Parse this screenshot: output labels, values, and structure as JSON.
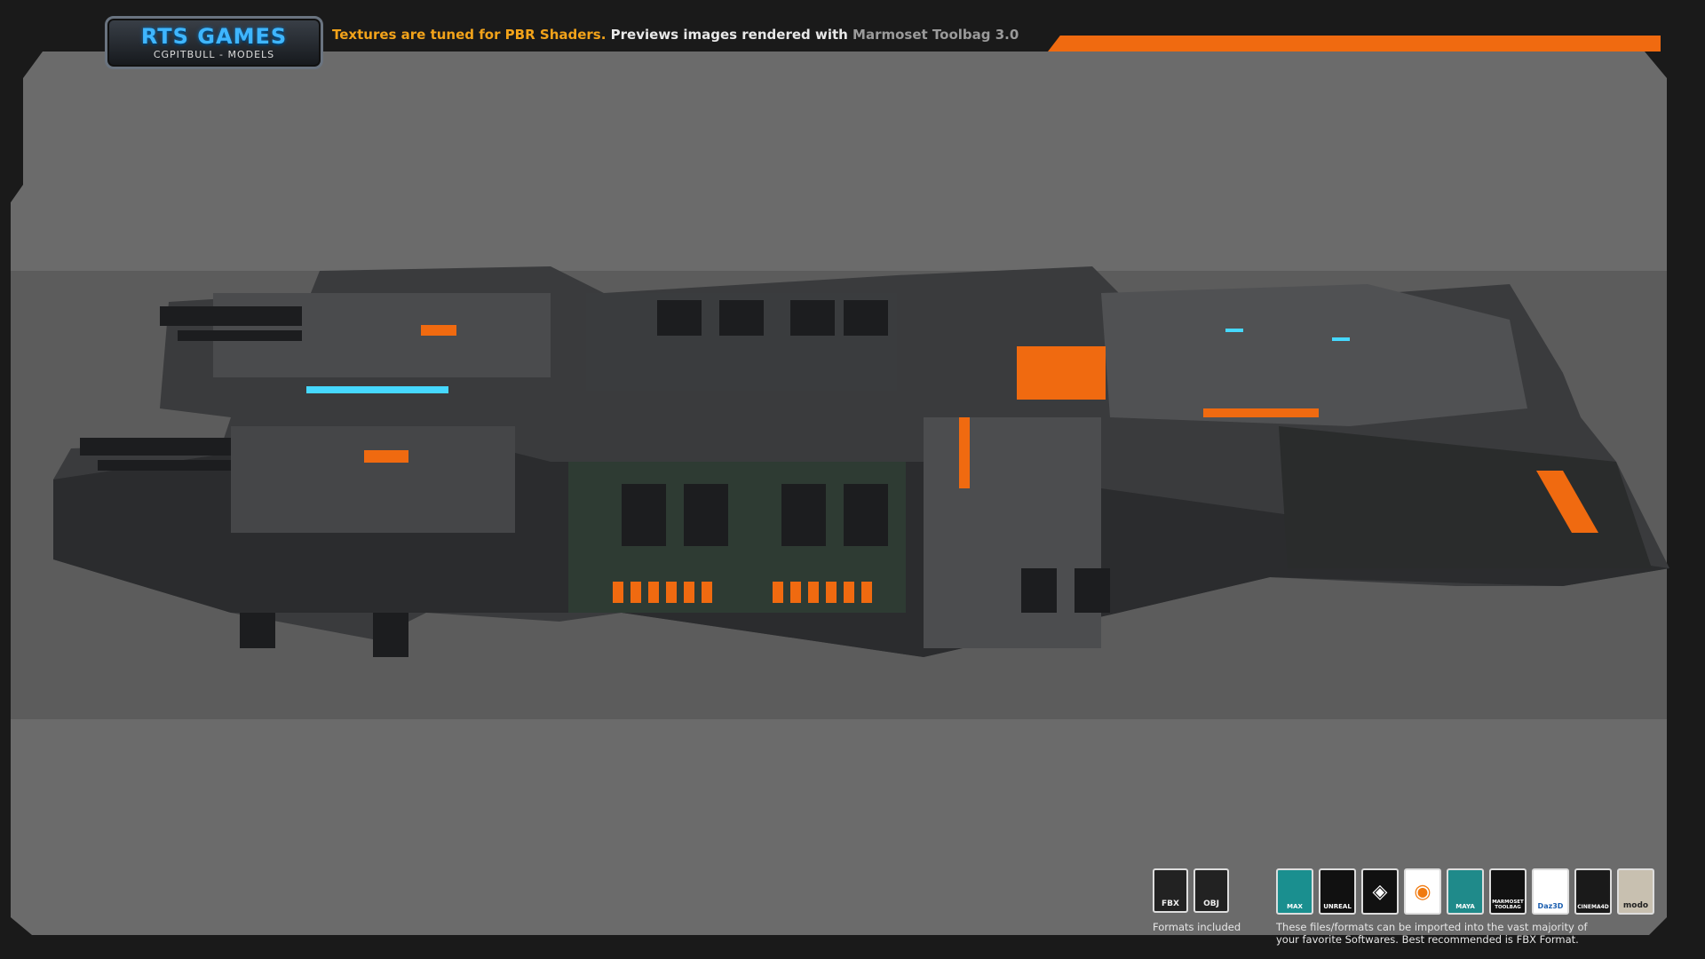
{
  "logo": {
    "title": "RTS GAMES",
    "subtitle": "CGPITBULL - MODELS"
  },
  "header": {
    "part1": "Textures are tuned for PBR Shaders.",
    "part2": " Previews images rendered with ",
    "part3": "Marmoset Toolbag 3.0"
  },
  "formats": {
    "items": [
      {
        "label": "FBX",
        "icon": "fbx-file-icon"
      },
      {
        "label": "OBJ",
        "icon": "obj-file-icon"
      }
    ],
    "caption": "Formats included"
  },
  "software": {
    "items": [
      {
        "label": "MAX",
        "icon": "3ds-max-icon",
        "color": "#1a8f8f"
      },
      {
        "label": "UNREAL",
        "icon": "unreal-engine-icon",
        "color": "#111111"
      },
      {
        "label": "",
        "icon": "unity-icon",
        "color": "#111111"
      },
      {
        "label": "",
        "icon": "blender-icon",
        "color": "#ffffff"
      },
      {
        "label": "MAYA",
        "icon": "maya-icon",
        "color": "#1f8a8a"
      },
      {
        "label": "MARMOSET TOOLBAG",
        "icon": "marmoset-icon",
        "color": "#111111"
      },
      {
        "label": "Daz3D",
        "icon": "daz3d-icon",
        "color": "#ffffff"
      },
      {
        "label": "CINEMA4D",
        "icon": "cinema4d-icon",
        "color": "#1a1a1a"
      },
      {
        "label": "modo",
        "icon": "modo-icon",
        "color": "#c8c0b0"
      }
    ],
    "caption_line1": "These files/formats can be imported into the vast majority of",
    "caption_line2": "your favorite Softwares. Best recommended is FBX Format."
  },
  "colors": {
    "accent_orange": "#f06a10",
    "highlight_yellow": "#f2a31a",
    "logo_blue": "#3fb6ff",
    "panel_grey": "#6b6b6b"
  }
}
